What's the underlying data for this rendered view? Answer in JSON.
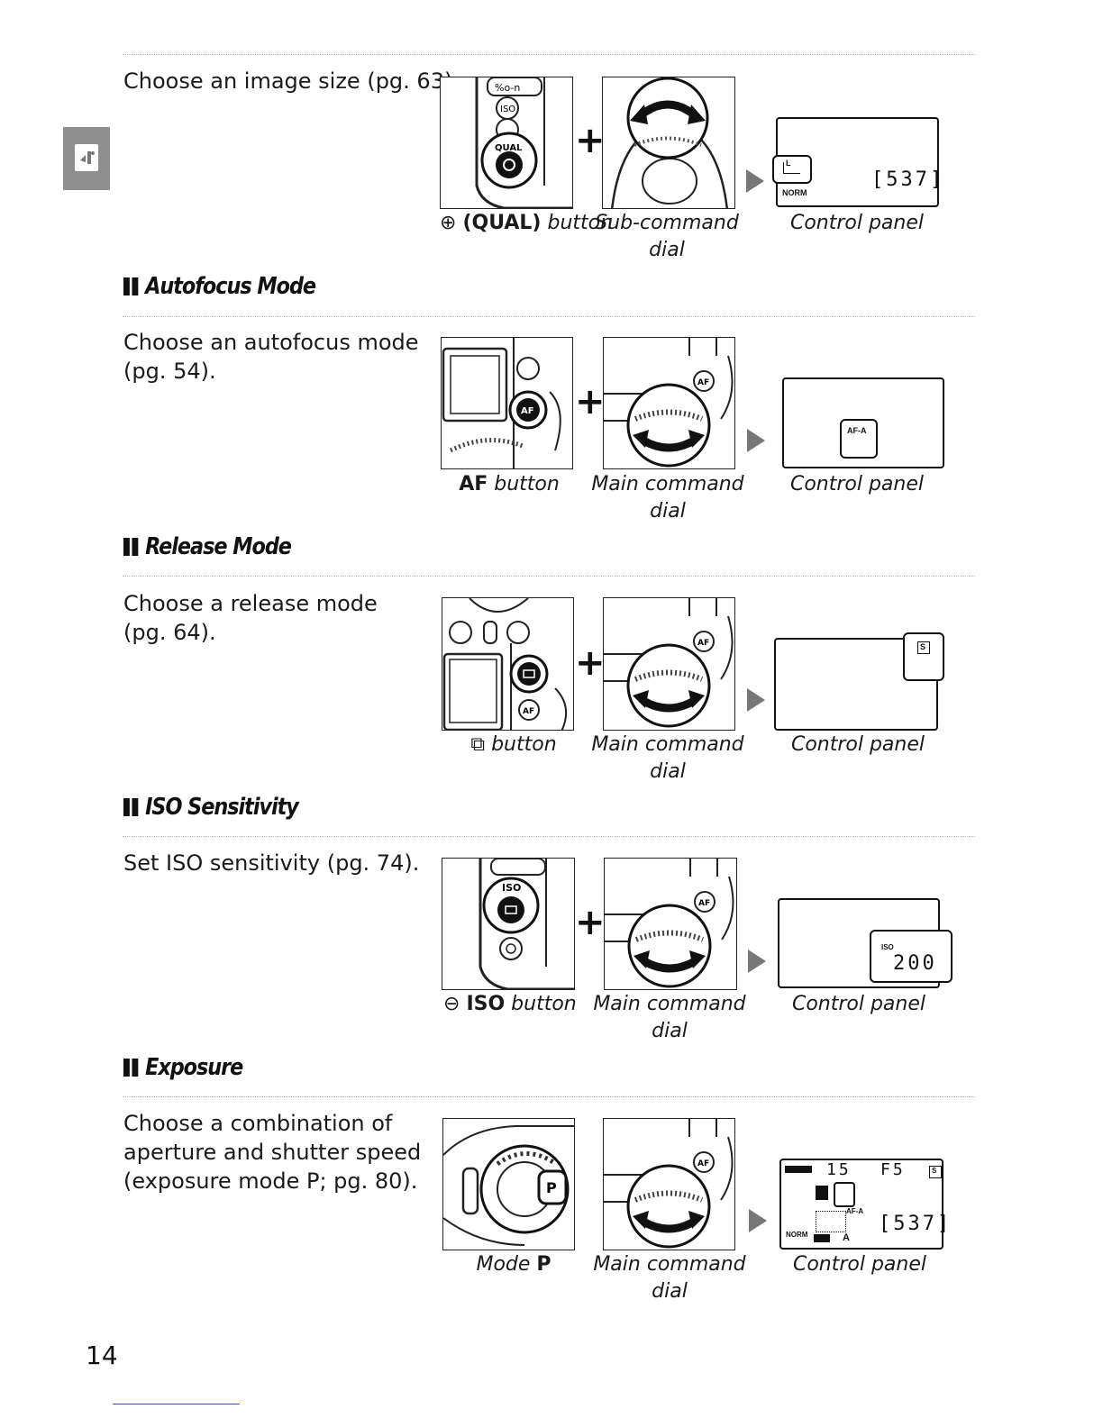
{
  "page_number": "14",
  "side_tab_icon": "camera-quick-start-icon",
  "sections": [
    {
      "heading": "",
      "description": [
        "Choose an image size (pg. 63)."
      ],
      "button_caption": {
        "prefix": "⊕",
        "bold": "(QUAL)",
        "rest": " button"
      },
      "dial_caption": [
        "Sub-command",
        "dial"
      ],
      "panel_caption": "Control panel",
      "panel_readout": "[537]",
      "panel_labels": [
        "L",
        "NORM"
      ]
    },
    {
      "heading": "Autofocus Mode",
      "description": [
        "Choose an autofocus mode",
        "(pg. 54)."
      ],
      "button_caption": {
        "prefix": "",
        "bold": "AF",
        "rest": " button"
      },
      "dial_caption": [
        "Main command",
        "dial"
      ],
      "panel_caption": "Control panel",
      "panel_labels": [
        "AF-A"
      ]
    },
    {
      "heading": "Release Mode",
      "description": [
        "Choose a release mode",
        "(pg. 64)."
      ],
      "button_caption": {
        "prefix": "⧉",
        "bold": "",
        "rest": " button"
      },
      "dial_caption": [
        "Main command",
        "dial"
      ],
      "panel_caption": "Control panel",
      "panel_labels": [
        "S"
      ]
    },
    {
      "heading": "ISO Sensitivity",
      "description": [
        "Set ISO sensitivity (pg. 74)."
      ],
      "button_caption": {
        "prefix": "⊖",
        "bold": "ISO",
        "rest": " button"
      },
      "dial_caption": [
        "Main command",
        "dial"
      ],
      "panel_caption": "Control panel",
      "panel_readout": "200",
      "panel_labels": [
        "ISO"
      ]
    },
    {
      "heading": "Exposure",
      "description": [
        "Choose a combination of",
        "aperture and shutter speed",
        "(exposure mode P; pg. 80)."
      ],
      "button_caption": {
        "prefix": "",
        "bold": "",
        "rest": "Mode ",
        "tail_bold": "P"
      },
      "dial_caption": [
        "Main command",
        "dial"
      ],
      "panel_caption": "Control panel",
      "panel_readout": "[537]",
      "panel_labels": [
        "15",
        "F5",
        "AF-A",
        "NORM",
        "A",
        "S"
      ]
    }
  ]
}
